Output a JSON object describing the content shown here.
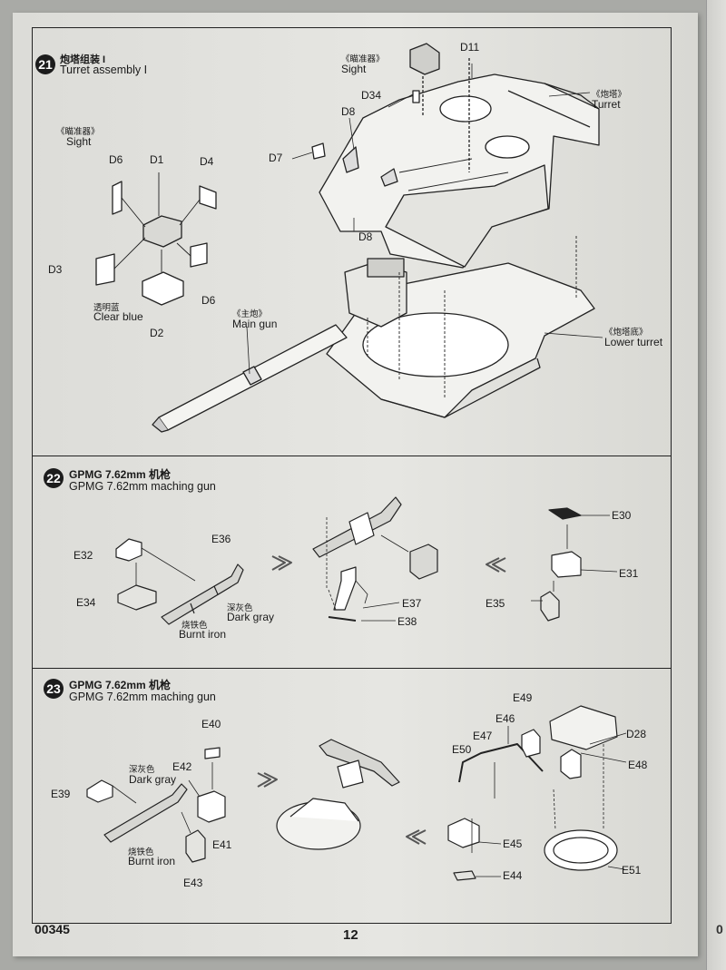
{
  "footer": {
    "kit_number": "00345",
    "page_number": "12"
  },
  "steps": {
    "s21": {
      "number": "21",
      "title_cn": "炮塔组装 I",
      "title_en": "Turret assembly I",
      "labels": {
        "sight_cn_top": "《瞄准器》",
        "sight_en_top": "Sight",
        "sight_cn_left": "《瞄准器》",
        "sight_en_left": "Sight",
        "turret_cn": "《炮塔》",
        "turret_en": "Turret",
        "main_gun_cn": "《主炮》",
        "main_gun_en": "Main gun",
        "lower_turret_cn": "《炮塔底》",
        "lower_turret_en": "Lower turret",
        "clear_blue_cn": "透明蓝",
        "clear_blue_en": "Clear blue",
        "d1": "D1",
        "d2": "D2",
        "d3": "D3",
        "d4": "D4",
        "d6a": "D6",
        "d6b": "D6",
        "d7": "D7",
        "d8a": "D8",
        "d8b": "D8",
        "d11": "D11",
        "d34": "D34"
      }
    },
    "s22": {
      "number": "22",
      "title_cn": "GPMG 7.62mm 机枪",
      "title_en": "GPMG 7.62mm maching gun",
      "labels": {
        "e30": "E30",
        "e31": "E31",
        "e32": "E32",
        "e34": "E34",
        "e35": "E35",
        "e36": "E36",
        "e37": "E37",
        "e38": "E38",
        "dark_gray_cn": "深灰色",
        "dark_gray_en": "Dark gray",
        "burnt_iron_cn": "烧铁色",
        "burnt_iron_en": "Burnt iron"
      }
    },
    "s23": {
      "number": "23",
      "title_cn": "GPMG 7.62mm 机枪",
      "title_en": "GPMG 7.62mm maching gun",
      "labels": {
        "e39": "E39",
        "e40": "E40",
        "e41": "E41",
        "e42": "E42",
        "e43": "E43",
        "e44": "E44",
        "e45": "E45",
        "e46": "E46",
        "e47": "E47",
        "e48": "E48",
        "e49": "E49",
        "e50": "E50",
        "e51": "E51",
        "d28": "D28",
        "dark_gray_cn": "深灰色",
        "dark_gray_en": "Dark gray",
        "burnt_iron_cn": "烧铁色",
        "burnt_iron_en": "Burnt iron"
      }
    }
  },
  "edge_text": "0"
}
